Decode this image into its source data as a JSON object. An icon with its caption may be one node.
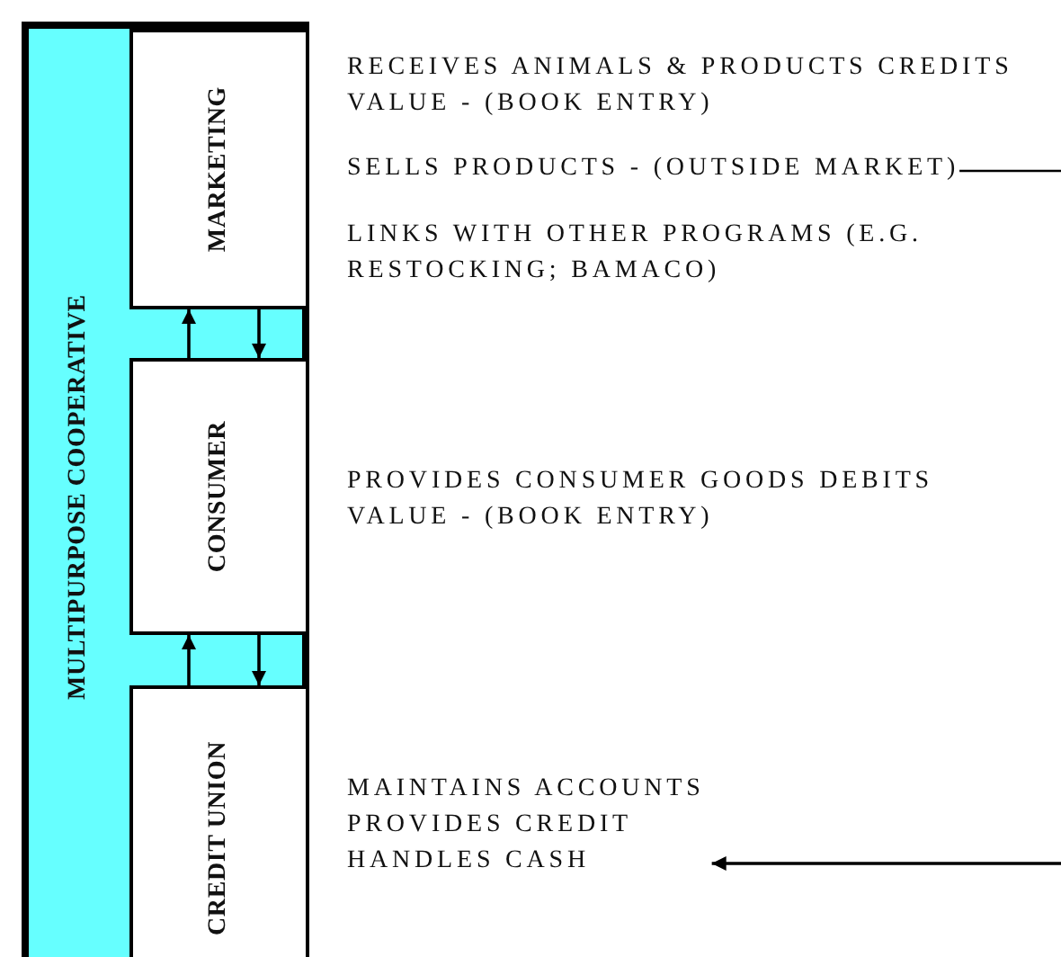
{
  "diagram": {
    "nodes": [
      {
        "text": [
          "MULTIPURPOSE COOPERATIVE"
        ]
      },
      {
        "text": [
          "MARKETING"
        ],
        "in": 0
      },
      {
        "text": [
          "CONSUMER"
        ],
        "in": 0
      },
      {
        "text": [
          "CREDIT UNION"
        ],
        "in": 0
      },
      {
        "text": [
          "RECEIVES ANIMALS & PRODUCTS CREDITS VALUE - (BOOK ENTRY)"
        ]
      },
      {
        "text": [
          "SELLS PRODUCTS - (OUTSIDE MARKET)"
        ]
      },
      {
        "text": [
          "LINKS WITH OTHER PROGRAMS (E.G. RESTOCKING; BAMACO)"
        ]
      },
      {
        "text": [
          "PROVIDES CONSUMER GOODS DEBITS VALUE - (BOOK ENTRY)"
        ]
      },
      {
        "text": [
          "MAINTAINS ACCOUNTS",
          "PROVIDES CREDIT",
          "HANDLES CASH"
        ]
      }
    ],
    "edges": [
      {
        "from": 2,
        "to": 1,
        "arrow": "to"
      },
      {
        "from": 1,
        "to": 2,
        "arrow": "to"
      },
      {
        "from": 3,
        "to": 2,
        "arrow": "to"
      },
      {
        "from": 2,
        "to": 3,
        "arrow": "to"
      },
      {
        "from": 5,
        "to": null,
        "arrow": "none"
      },
      {
        "from": null,
        "to": 8,
        "arrow": "to"
      }
    ]
  }
}
